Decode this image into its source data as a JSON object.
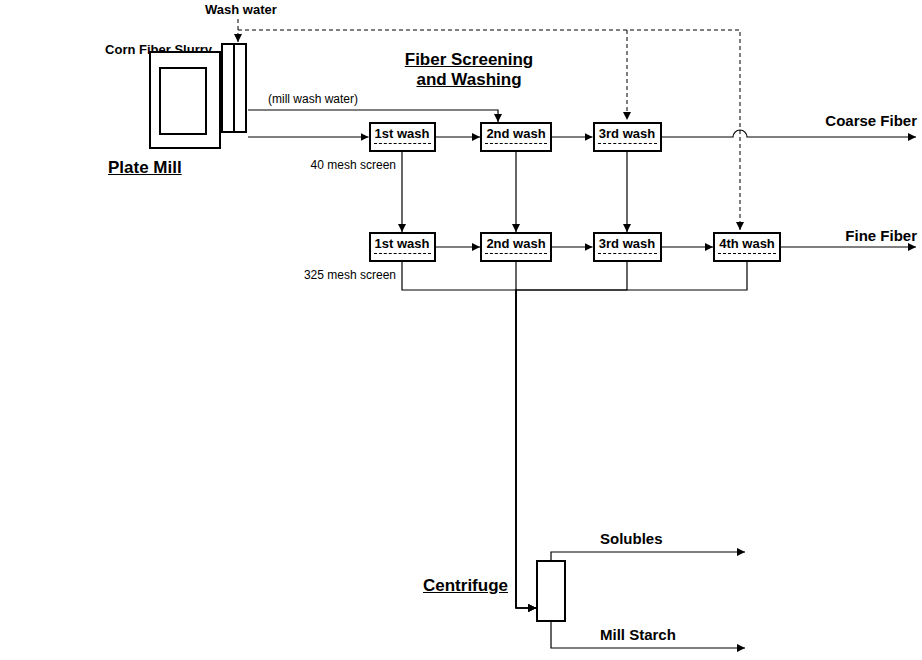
{
  "diagram": {
    "title": "Fiber Screening and Washing",
    "nodes": [
      {
        "text": [
          "Plate Mill"
        ]
      },
      {
        "text": [
          "1st wash"
        ]
      },
      {
        "text": [
          "2nd wash"
        ]
      },
      {
        "text": [
          "3rd wash"
        ]
      },
      {
        "text": [
          "1st wash"
        ]
      },
      {
        "text": [
          "2nd wash"
        ]
      },
      {
        "text": [
          "3rd wash"
        ]
      },
      {
        "text": [
          "4th wash"
        ]
      },
      {
        "text": [
          "Centrifuge"
        ]
      }
    ],
    "edges": [
      {
        "from": 0,
        "to": 1,
        "arrow": "to"
      },
      {
        "from": 0,
        "to": 2,
        "arrow": "to"
      },
      {
        "from": 1,
        "to": 2,
        "arrow": "to"
      },
      {
        "from": 2,
        "to": 3,
        "arrow": "to"
      },
      {
        "from": 1,
        "to": 4,
        "arrow": "to"
      },
      {
        "from": 2,
        "to": 5,
        "arrow": "to"
      },
      {
        "from": 3,
        "to": 6,
        "arrow": "to"
      },
      {
        "from": 4,
        "to": 5,
        "arrow": "to"
      },
      {
        "from": 5,
        "to": 6,
        "arrow": "to"
      },
      {
        "from": 6,
        "to": 7,
        "arrow": "to"
      },
      {
        "from": 4,
        "to": 8,
        "arrow": "to"
      },
      {
        "from": 5,
        "to": 8,
        "arrow": "to"
      },
      {
        "from": 6,
        "to": 8,
        "arrow": "to"
      },
      {
        "from": 7,
        "to": 8,
        "arrow": "to"
      }
    ],
    "labels": [
      "Wash water",
      "Corn Fiber Slurry",
      "(mill wash water)",
      "40 mesh screen",
      "325 mesh screen",
      "Coarse Fiber",
      "Fine Fiber",
      "Solubles",
      "Mill Starch"
    ]
  }
}
